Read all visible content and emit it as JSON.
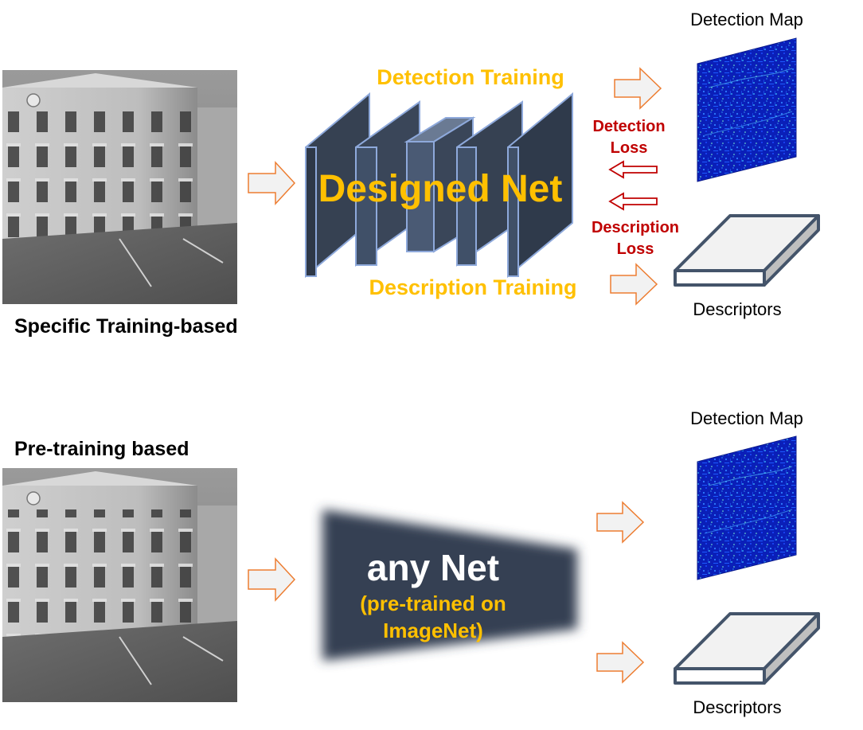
{
  "colors": {
    "net_fill": "#364152",
    "net_stroke": "#8ea9db",
    "gold": "#ffc000",
    "dark_red": "#c00000",
    "arrow_orange": "#ed7d31",
    "arrow_fill": "#f2f2f2",
    "desc_stroke": "#44546a",
    "heatmap_blue": "#0a1fb8"
  },
  "top": {
    "section_label": "Specific Training-based",
    "net_label": "Designed Net",
    "detection_training": "Detection Training",
    "description_training": "Description Training",
    "detection_loss_line1": "Detection",
    "detection_loss_line2": "Loss",
    "description_loss_line1": "Description",
    "description_loss_line2": "Loss",
    "detection_map_label": "Detection Map",
    "descriptors_label": "Descriptors"
  },
  "bottom": {
    "section_label": "Pre-training based",
    "net_label": "any Net",
    "net_sublabel_line1": "(pre-trained on",
    "net_sublabel_line2": "ImageNet)",
    "detection_map_label": "Detection Map",
    "descriptors_label": "Descriptors"
  }
}
